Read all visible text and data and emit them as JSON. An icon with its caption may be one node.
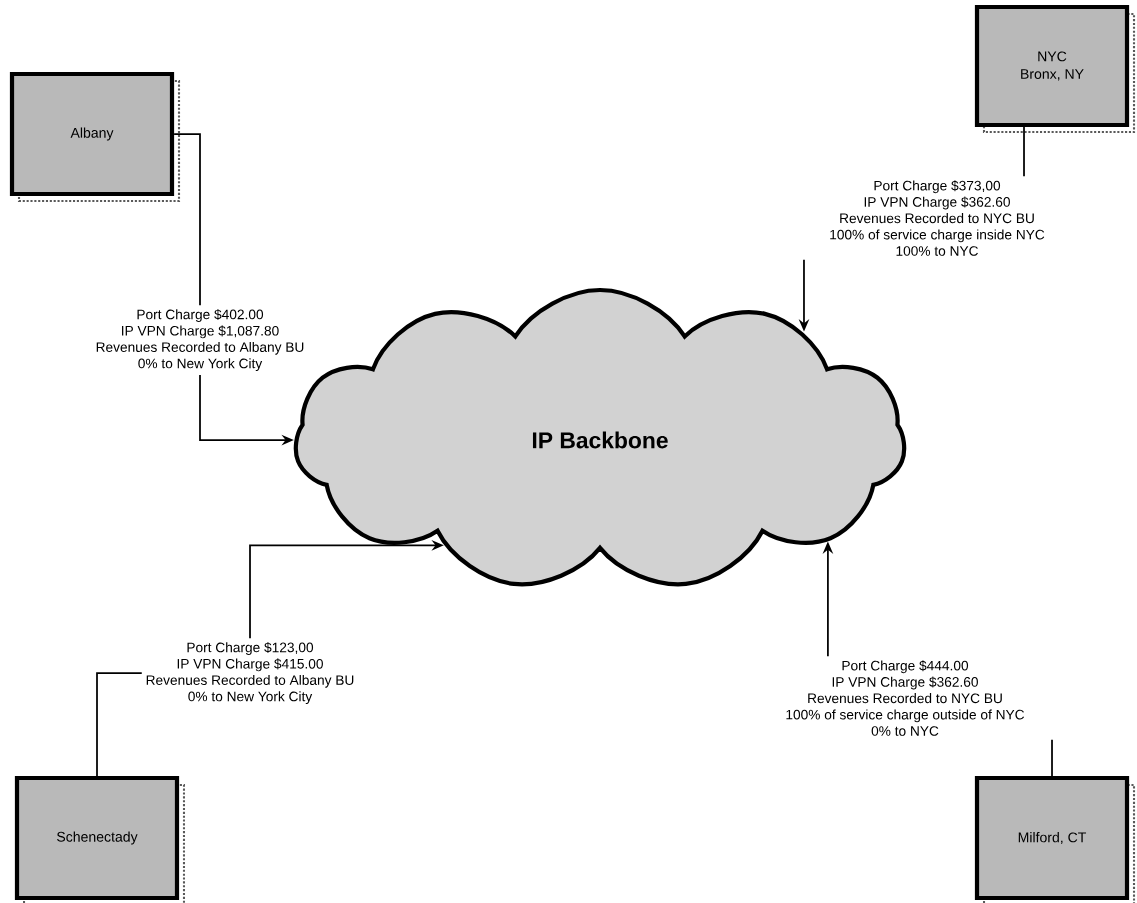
{
  "diagram": {
    "nodes": [
      {
        "text": [
          "Albany"
        ]
      },
      {
        "text": [
          "NYC",
          "Bronx, NY"
        ]
      },
      {
        "text": [
          "Port Charge $373,00",
          "IP VPN Charge $362.60",
          "Revenues Recorded to NYC BU",
          "100% of service charge inside NYC",
          "100% to NYC"
        ]
      },
      {
        "text": [
          "Port Charge $402.00",
          "IP VPN Charge $1,087.80",
          "Revenues Recorded to Albany BU",
          "0% to New York City"
        ]
      },
      {
        "text": [
          "IP Backbone"
        ]
      },
      {
        "text": [
          "Port Charge $123,00",
          "IP VPN Charge $415.00",
          "Revenues Recorded to Albany BU",
          "0% to New York City"
        ]
      },
      {
        "text": [
          "Port Charge $444.00",
          "IP VPN Charge $362.60",
          "Revenues Recorded to NYC BU",
          "100% of service charge outside of NYC",
          "0% to NYC"
        ]
      },
      {
        "text": [
          "Schenectady"
        ]
      },
      {
        "text": [
          "Milford, CT"
        ]
      }
    ],
    "edges": [
      {
        "from": 0,
        "to": 3,
        "arrow": "none"
      },
      {
        "from": 3,
        "to": 4,
        "arrow": "to"
      },
      {
        "from": 1,
        "to": 2,
        "arrow": "none"
      },
      {
        "from": 2,
        "to": 4,
        "arrow": "to"
      },
      {
        "from": 7,
        "to": 5,
        "arrow": "none"
      },
      {
        "from": 5,
        "to": 4,
        "arrow": "to"
      },
      {
        "from": 8,
        "to": 6,
        "arrow": "none"
      },
      {
        "from": 6,
        "to": 4,
        "arrow": "to"
      }
    ]
  }
}
